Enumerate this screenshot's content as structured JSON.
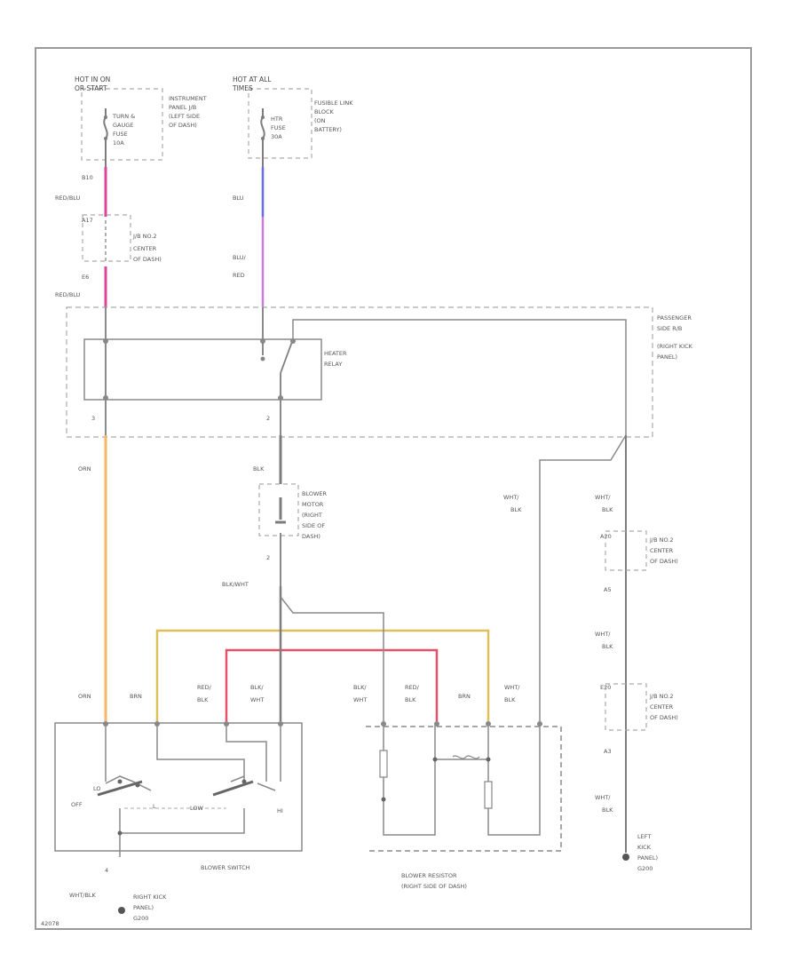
{
  "colors": {
    "wire_black": "#7d7d7d",
    "wire_gray": "#8a8a8a",
    "wire_pink": "#e0449a",
    "wire_blue": "#6a6af0",
    "wire_purple": "#c97fd6",
    "wire_orange": "#f7b56a",
    "wire_yellow": "#dcc05a",
    "wire_red": "#e8506a",
    "border": "#9a9a9a",
    "dashed": "#aaaaaa"
  },
  "fuses": {
    "left": {
      "header": [
        "HOT IN ON",
        "OR START"
      ],
      "name": [
        "TURN &",
        "GAUGE",
        "FUSE",
        "10A"
      ],
      "location": [
        "INSTRUMENT",
        "PANEL J/B",
        "(LEFT SIDE",
        "OF DASH)"
      ]
    },
    "right": {
      "header": [
        "HOT AT ALL",
        "TIMES"
      ],
      "name": [
        "HTR",
        "FUSE",
        "30A"
      ],
      "location": [
        "FUSIBLE LINK",
        "BLOCK",
        "(ON",
        "BATTERY)"
      ]
    }
  },
  "wires": {
    "pin_b10": "B10",
    "w1": "RED/BLU",
    "pin_a17": "A17",
    "jb2_top": [
      "J/B NO.2",
      "CENTER",
      "OF DASH)"
    ],
    "pin_e6": "E6",
    "w2": "RED/BLU",
    "w3": "BLU",
    "w4": [
      "BLU/",
      "RED"
    ],
    "orn": "ORN",
    "blk": "BLK",
    "blkwht": "BLK/WHT",
    "pin_2": "2"
  },
  "relay": {
    "label": [
      "HEATER",
      "RELAY"
    ],
    "pins": [
      "3",
      "2"
    ],
    "box_label": [
      "PASSENGER",
      "SIDE R/B",
      "(RIGHT KICK",
      "PANEL)"
    ]
  },
  "motor": {
    "label": [
      "BLOWER",
      "MOTOR",
      "(RIGHT",
      "SIDE OF",
      "DASH)"
    ]
  },
  "right_side": {
    "w_whtblk1": [
      "WHT/",
      "BLK"
    ],
    "w_whtblk2": [
      "WHT/",
      "BLK"
    ],
    "pin_a20": "A20",
    "jb2_a": [
      "J/B NO.2",
      "CENTER",
      "OF DASH)"
    ],
    "pin_a5": "A5",
    "w_whtblk3": [
      "WHT/",
      "BLK"
    ],
    "pin_e20": "E20",
    "jb2_b": [
      "J/B NO.2",
      "CENTER",
      "OF DASH)"
    ],
    "pin_a3": "A3",
    "w_whtblk4": [
      "WHT/",
      "BLK"
    ],
    "ground_right": [
      "LEFT",
      "KICK",
      "PANEL)",
      "G200"
    ]
  },
  "switch": {
    "wire_labels": [
      [
        "ORN"
      ],
      [
        "BRN"
      ],
      [
        "RED/",
        "BLK"
      ],
      [
        "BLK/",
        "WHT"
      ]
    ],
    "positions": {
      "off": "OFF",
      "lo": "LO",
      "low": "LOW",
      "hi": "HI",
      "pin_l": "L"
    },
    "name": "BLOWER SWITCH",
    "pin_bottom": "4",
    "gnd_wire": "WHT/BLK",
    "ground": [
      "RIGHT KICK",
      "PANEL)",
      "G200"
    ]
  },
  "resistor": {
    "wire_labels": [
      [
        "BLK/",
        "WHT"
      ],
      [
        "RED/",
        "BLK"
      ],
      [
        "BRN"
      ],
      [
        "WHT/",
        "BLK"
      ]
    ],
    "name": [
      "BLOWER RESISTOR",
      "(RIGHT SIDE OF DASH)"
    ]
  },
  "footer": {
    "code": "42078"
  }
}
